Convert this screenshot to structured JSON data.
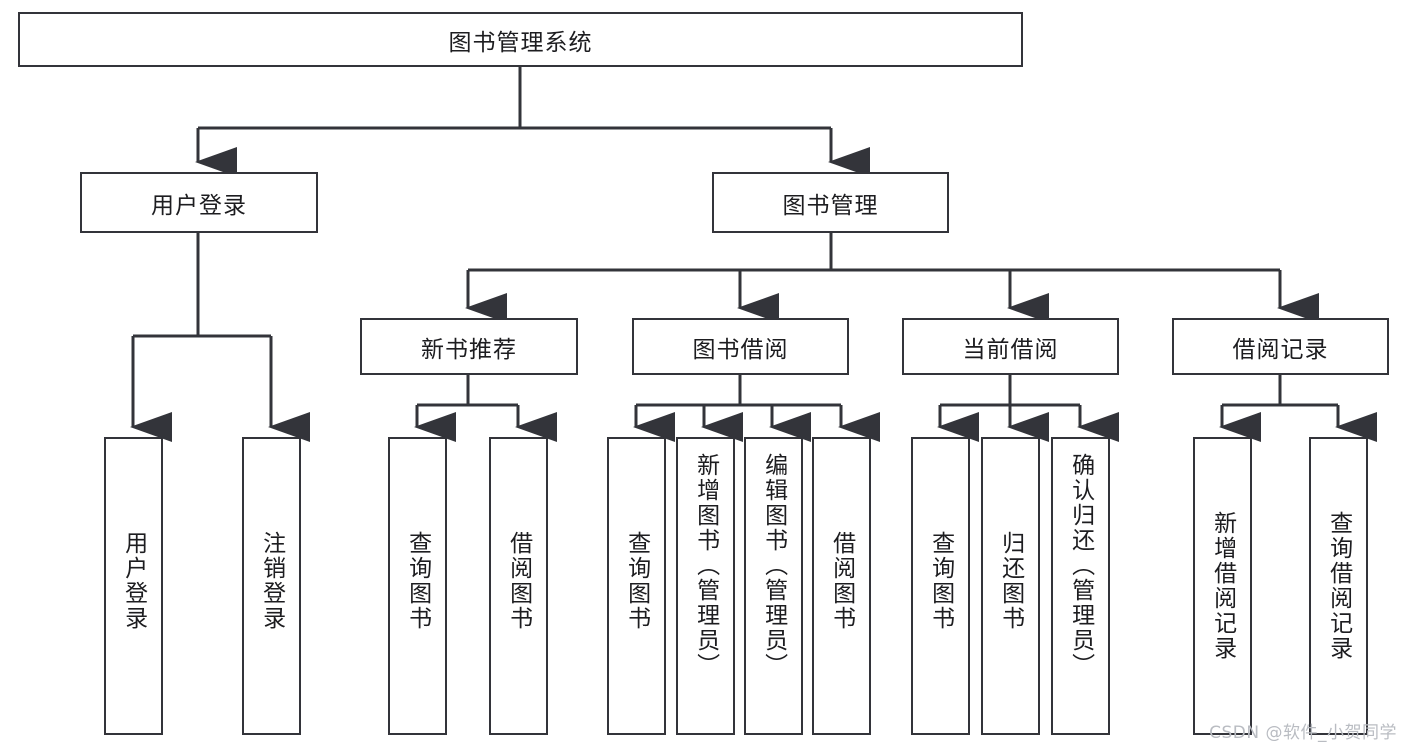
{
  "diagram": {
    "title": "图书管理系统",
    "watermark": "CSDN @软件_小贺同学",
    "edge_color": "#33343a",
    "node_border_color": "#33343a",
    "node_fill_color": "#ffffff",
    "text_color": "#1d1d20",
    "levels": {
      "root": "图书管理系统",
      "level2": [
        "用户登录",
        "图书管理"
      ],
      "level3": [
        "新书推荐",
        "图书借阅",
        "当前借阅",
        "借阅记录"
      ]
    },
    "nodes": {
      "root": {
        "label": "图书管理系统"
      },
      "user_login": {
        "label": "用户登录"
      },
      "book_manage": {
        "label": "图书管理"
      },
      "new_book_rec": {
        "label": "新书推荐"
      },
      "book_borrow": {
        "label": "图书借阅"
      },
      "current_borrow": {
        "label": "当前借阅"
      },
      "borrow_record": {
        "label": "借阅记录"
      },
      "leaf_user_login": {
        "label": "用户登录"
      },
      "leaf_logout": {
        "label": "注销登录"
      },
      "leaf_query_book_a": {
        "label": "查询图书"
      },
      "leaf_borrow_book_a": {
        "label": "借阅图书"
      },
      "leaf_query_book_b": {
        "label": "查询图书"
      },
      "leaf_add_book": {
        "label": "新增图书（管理员）"
      },
      "leaf_edit_book": {
        "label": "编辑图书（管理员）"
      },
      "leaf_borrow_book_b": {
        "label": "借阅图书"
      },
      "leaf_query_book_c": {
        "label": "查询图书"
      },
      "leaf_return_book": {
        "label": "归还图书"
      },
      "leaf_confirm_return": {
        "label": "确认归还（管理员）"
      },
      "leaf_add_record": {
        "label": "新增借阅记录"
      },
      "leaf_query_record": {
        "label": "查询借阅记录"
      }
    }
  }
}
